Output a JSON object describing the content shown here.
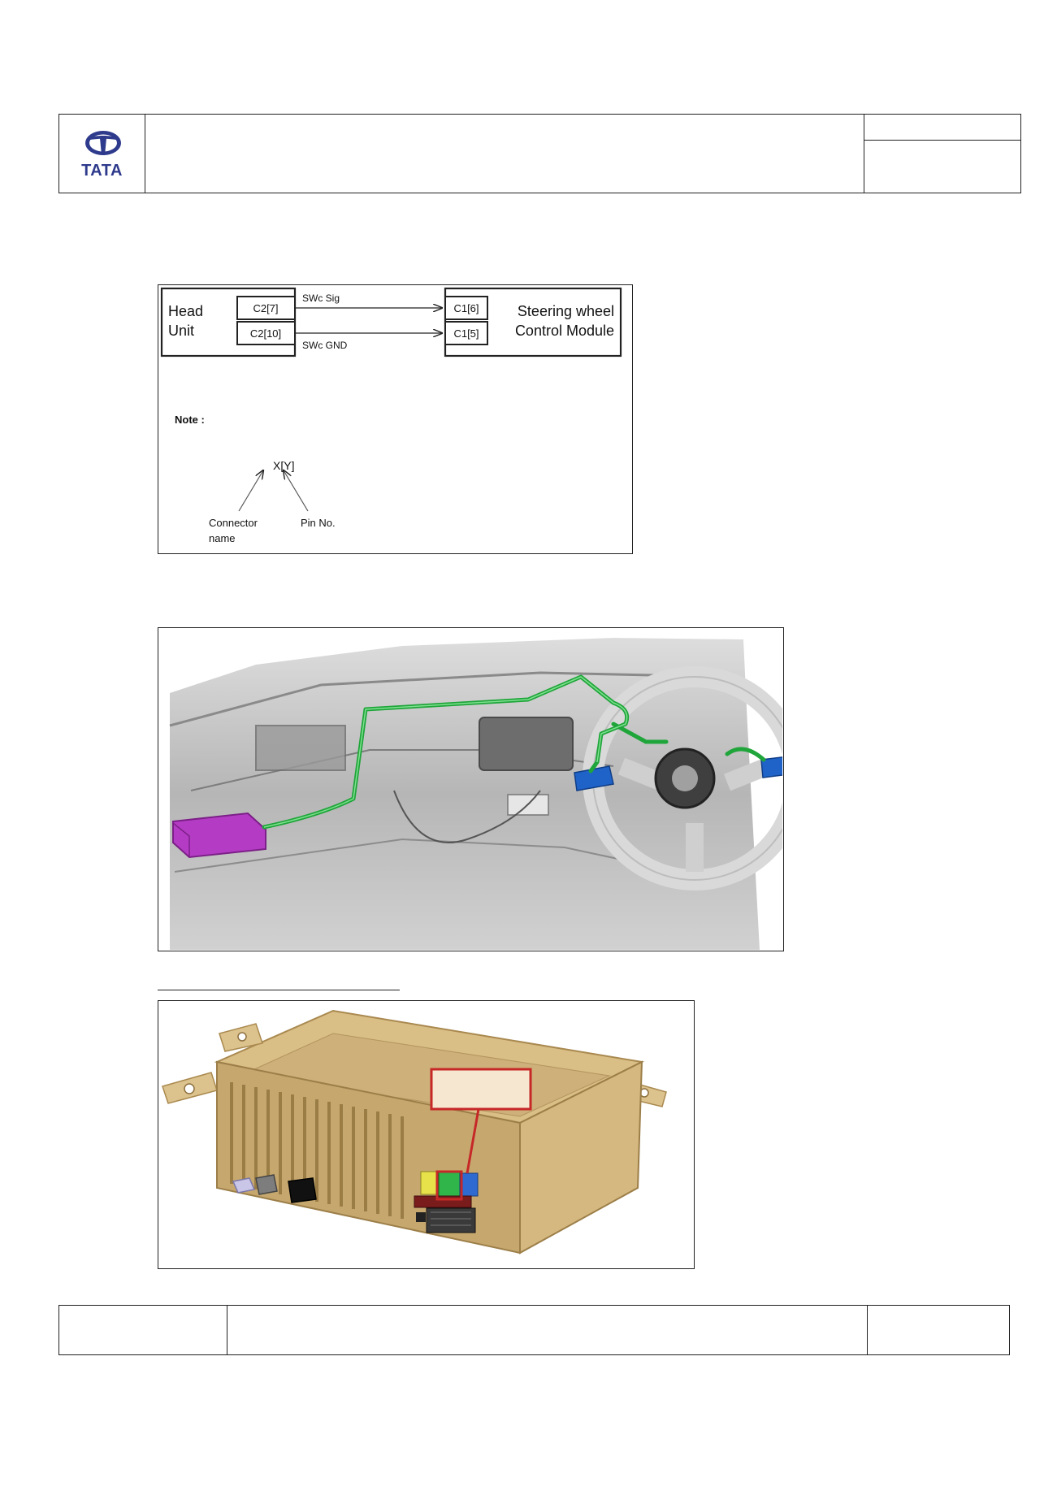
{
  "header": {
    "brand": "TATA"
  },
  "diagram": {
    "left_block": [
      "Head",
      "Unit"
    ],
    "right_block": [
      "Steering wheel",
      "Control Module"
    ],
    "left_pins": [
      "C2[7]",
      "C2[10]"
    ],
    "right_pins": [
      "C1[6]",
      "C1[5]"
    ],
    "signal_top": "SWc Sig",
    "signal_bottom": "SWc GND",
    "note_label": "Note :",
    "legend_format": "X[Y]",
    "legend_connector": [
      "Connector",
      "name"
    ],
    "legend_pin": "Pin No."
  },
  "colors": {
    "border": "#222222",
    "brand_blue": "#2e3a8c",
    "harness_green": "#1fa53a",
    "head_unit_magenta": "#b43cc4",
    "switch_blue": "#1f63c9",
    "unit_tan": "#d2b57c",
    "callout_red": "#c62828"
  },
  "icons": {
    "logo": "tata-logo-icon"
  }
}
